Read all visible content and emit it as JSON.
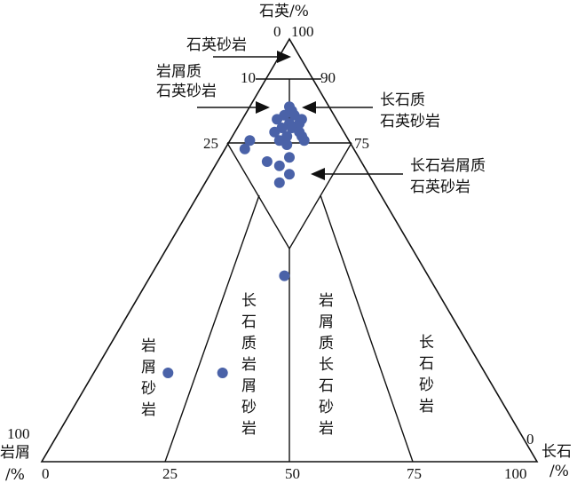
{
  "colors": {
    "line": "#111111",
    "point": "#4a62a8"
  },
  "axes": {
    "top": {
      "name": "石英/%",
      "tick_apex": "0",
      "tick_apex_right": "100",
      "tick_10": "10",
      "tick_90": "90",
      "tick_25": "25",
      "tick_75": "75"
    },
    "left": {
      "name": "岩屑",
      "unit": "/%",
      "tick": "100"
    },
    "right": {
      "name": "长石",
      "unit": "/%",
      "tick": "0"
    },
    "bottom": {
      "ticks": [
        "0",
        "25",
        "50",
        "75",
        "100"
      ]
    }
  },
  "fields": {
    "quartz_sandstone": "石英砂岩",
    "lithic_quartz_line1": "岩屑质",
    "lithic_quartz_line2": "石英砂岩",
    "feldspathic_quartz_line1": "长石质",
    "feldspathic_quartz_line2": "石英砂岩",
    "feldspar_lithic_quartz_line1": "长石岩屑质",
    "feldspar_lithic_quartz_line2": "石英砂岩",
    "lithic_sandstone": [
      "岩",
      "屑",
      "砂",
      "岩"
    ],
    "feldspathic_lithic_sandstone": [
      "长",
      "石",
      "质",
      "岩",
      "屑",
      "砂",
      "岩"
    ],
    "lithic_arkose": [
      "岩",
      "屑",
      "质",
      "长",
      "石",
      "砂",
      "岩"
    ],
    "arkose": [
      "长",
      "石",
      "砂",
      "岩"
    ]
  },
  "chart_data": {
    "type": "scatter",
    "axes_components": [
      "石英",
      "长石",
      "岩屑"
    ],
    "points": [
      {
        "quartz": 84,
        "feldspar": 8,
        "lithic": 8
      },
      {
        "quartz": 83,
        "feldspar": 9,
        "lithic": 8
      },
      {
        "quartz": 82,
        "feldspar": 10,
        "lithic": 8
      },
      {
        "quartz": 82,
        "feldspar": 8,
        "lithic": 10
      },
      {
        "quartz": 81,
        "feldspar": 12,
        "lithic": 7
      },
      {
        "quartz": 81,
        "feldspar": 7,
        "lithic": 12
      },
      {
        "quartz": 80,
        "feldspar": 10,
        "lithic": 10
      },
      {
        "quartz": 80,
        "feldspar": 12,
        "lithic": 8
      },
      {
        "quartz": 79,
        "feldspar": 9,
        "lithic": 12
      },
      {
        "quartz": 79,
        "feldspar": 11,
        "lithic": 10
      },
      {
        "quartz": 78,
        "feldspar": 13,
        "lithic": 9
      },
      {
        "quartz": 78,
        "feldspar": 8,
        "lithic": 14
      },
      {
        "quartz": 77,
        "feldspar": 11,
        "lithic": 12
      },
      {
        "quartz": 77,
        "feldspar": 14,
        "lithic": 9
      },
      {
        "quartz": 76,
        "feldspar": 10,
        "lithic": 14
      },
      {
        "quartz": 76,
        "feldspar": 15,
        "lithic": 9
      },
      {
        "quartz": 75,
        "feldspar": 12,
        "lithic": 13
      },
      {
        "quartz": 76,
        "feldspar": 4,
        "lithic": 20
      },
      {
        "quartz": 74,
        "feldspar": 4,
        "lithic": 22
      },
      {
        "quartz": 72,
        "feldspar": 14,
        "lithic": 14
      },
      {
        "quartz": 71,
        "feldspar": 10,
        "lithic": 19
      },
      {
        "quartz": 70,
        "feldspar": 13,
        "lithic": 17
      },
      {
        "quartz": 68,
        "feldspar": 16,
        "lithic": 16
      },
      {
        "quartz": 66,
        "feldspar": 15,
        "lithic": 19
      },
      {
        "quartz": 44,
        "feldspar": 27,
        "lithic": 29
      },
      {
        "quartz": 21,
        "feldspar": 15,
        "lithic": 64
      },
      {
        "quartz": 21,
        "feldspar": 26,
        "lithic": 53
      }
    ]
  }
}
